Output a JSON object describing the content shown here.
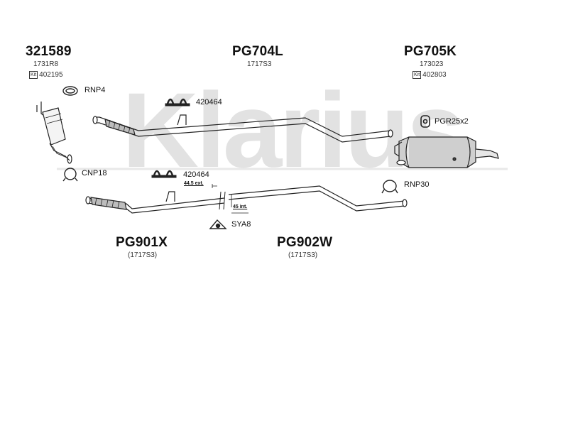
{
  "watermark": "Klarius",
  "parts": {
    "cat": {
      "code": "321589",
      "sub": "1731R8",
      "kit_badge": "Kit",
      "kit": "402195"
    },
    "mid_top": {
      "code": "PG704L",
      "sub": "1717S3"
    },
    "rear": {
      "code": "PG705K",
      "sub": "173023",
      "kit_badge": "Kit",
      "kit": "402803"
    },
    "front_pipe": {
      "code": "PG901X",
      "sub": "(1717S3)"
    },
    "mid_bottom": {
      "code": "PG902W",
      "sub": "(1717S3)"
    }
  },
  "accessories": {
    "rnp4": "RNP4",
    "clamp_top": "420464",
    "pgr": "PGR25x2",
    "cnp18": "CNP18",
    "clamp_bottom": "420464",
    "rnp30": "RNP30",
    "sya8": "SYA8"
  },
  "measurements": {
    "ext": "44.5 ext.",
    "int": "45 int."
  }
}
